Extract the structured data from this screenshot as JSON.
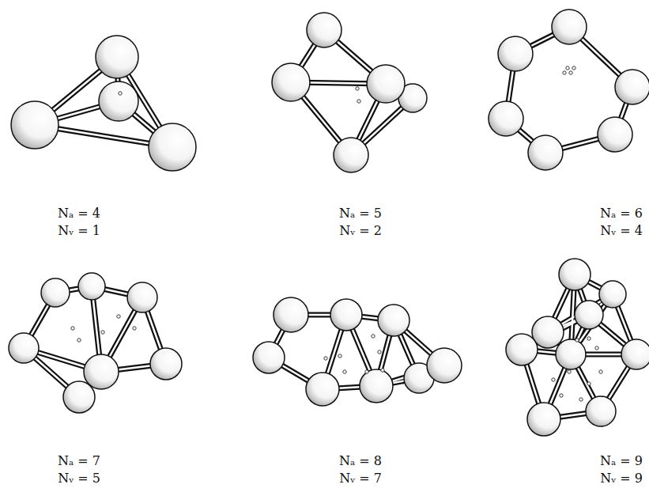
{
  "diagram": {
    "labels": [
      "Nₐ = 4",
      "Nᵥ = 1",
      "Nₐ = 5",
      "Nᵥ = 2",
      "Nₐ = 6",
      "Nᵥ = 4",
      "Nₐ = 7",
      "Nᵥ = 5",
      "Nₐ = 8",
      "Nᵥ = 7",
      "Nₐ = 9",
      "Nᵥ = 9"
    ]
  }
}
